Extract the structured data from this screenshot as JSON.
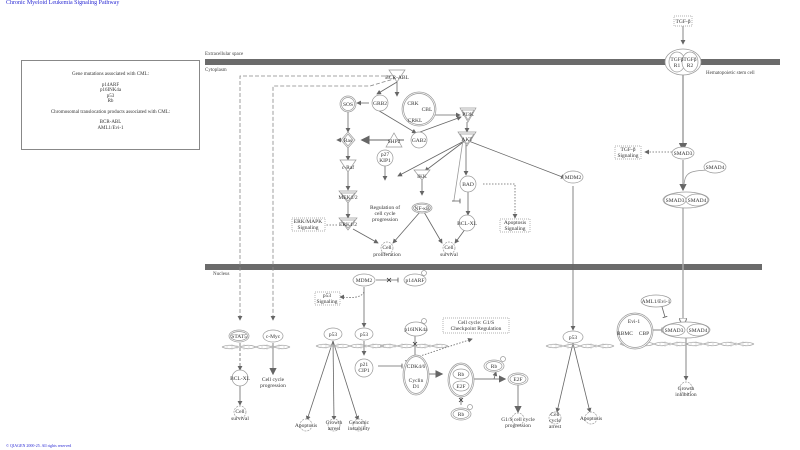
{
  "title": "Chronic Myeloid Leukemia Signaling Pathway",
  "copyright": "© QIAGEN 2000-25. All rights reserved",
  "compartments": {
    "extracellular": "Extracellular space",
    "cytoplasm": "Cytoplasm",
    "nucleus": "Nucleus",
    "cell": "Hematopoietic stem cell"
  },
  "legend": {
    "mutations_heading": "Gene mutations associated with CML:",
    "mutations": [
      "p14ARF",
      "p16INK4a",
      "p53",
      "Rb"
    ],
    "translocations_heading": "Chromosomal translocation products associated with CML:",
    "translocations": [
      "BCR-ABL",
      "AML1/Evi-1"
    ]
  },
  "colors": {
    "membrane": "#6b6b6b",
    "edge": "#666666",
    "node_stroke": "#999999",
    "link_text": "#2a2ad4"
  },
  "nodes": {
    "tgfb": "TGF-β",
    "tgfbr1": [
      "TGFβ",
      "R1"
    ],
    "tgfbr2": [
      "TGFβ",
      "R2"
    ],
    "bcr_abl": "BCR-ABL",
    "sos": "SOS",
    "grb2": "GRB2",
    "crk": "CRK",
    "cbl": "CBL",
    "crkl": "CRKL",
    "pi3k": "PI3K",
    "shp2": "SHP2",
    "gab2": "GAB2",
    "akt": "AKT",
    "ras": "Ras",
    "craf": "c-Raf",
    "mek": "MEK1/2",
    "erk": "ERK1/2",
    "erk_sig": [
      "ERK/MAPK",
      "Signaling"
    ],
    "p27": [
      "p27",
      "KIP1"
    ],
    "reg_cc": [
      "Regulation of",
      "cell cycle",
      "progression"
    ],
    "ikk": "IKK",
    "nfkb": "NF-κB",
    "bad": "BAD",
    "bclxl_c": "BCL-XL",
    "apop_sig": [
      "Apoptosis",
      "Signaling"
    ],
    "prolif": [
      "Cell",
      "proliferation"
    ],
    "surv_c": [
      "Cell",
      "survival"
    ],
    "mdm2_c": "MDM2",
    "tgfb_sig": [
      "TGF-β",
      "Signaling"
    ],
    "smad3": "SMAD3",
    "smad4": "SMAD4",
    "smad34": [
      "SMAD3",
      "SMAD4"
    ],
    "mdm2_n": "MDM2",
    "p14arf": "p14ARF",
    "p53_sig": [
      "p53",
      "Signaling"
    ],
    "stat5": "STAT5",
    "cmyc": "c-Myc",
    "p53a": "p53",
    "p53b": "p53",
    "p16": "p16INK4a",
    "g1s_check": [
      "Cell cycle: G1/S",
      "Checkpoint Regulation"
    ],
    "bclxl_n": "BCL-XL",
    "cc_prog": [
      "Cell cycle",
      "progression"
    ],
    "p21": [
      "p21",
      "CIP1"
    ],
    "cdk46": "CDK4/6",
    "cycd1": [
      "Cyclin",
      "D1"
    ],
    "rb": "Rb",
    "e2f": "E2F",
    "rbp": "Rb",
    "e2f_free": "E2F",
    "rb2": "Rb",
    "surv_n": [
      "Cell",
      "survival"
    ],
    "apop1": "Apoptosis",
    "growth_arrest": [
      "Growth",
      "arrest"
    ],
    "genomic": [
      "Genomic",
      "instability"
    ],
    "g1s_prog": [
      "G1/S cell cycle",
      "progression"
    ],
    "p53c": "p53",
    "cc_arrest": [
      "Cell",
      "cycle",
      "arrest"
    ],
    "apop2": "Apoptosis",
    "aml1evi": "AML1/Evi-1",
    "evi1": "Evi-1",
    "rbmc": "RBMC",
    "cbp": "CBP",
    "smad34n": [
      "SMAD3",
      "SMAD4"
    ],
    "growth_inhib": [
      "Growth",
      "inhibition"
    ]
  }
}
